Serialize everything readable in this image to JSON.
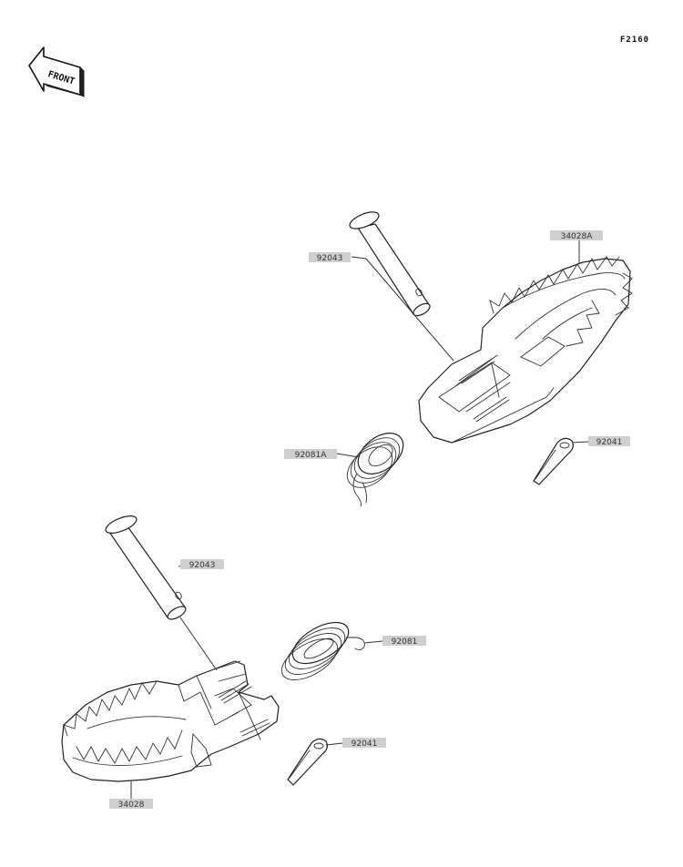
{
  "figure_code": "F2160",
  "front_label": "FRONT",
  "callouts": [
    {
      "id": "pin-upper",
      "label": "92043"
    },
    {
      "id": "footpeg-upper",
      "label": "34028A"
    },
    {
      "id": "spring-upper",
      "label": "92081A"
    },
    {
      "id": "cotter-upper",
      "label": "92041"
    },
    {
      "id": "pin-lower",
      "label": "92043"
    },
    {
      "id": "spring-lower",
      "label": "92081"
    },
    {
      "id": "cotter-lower",
      "label": "92041"
    },
    {
      "id": "footpeg-lower",
      "label": "34028"
    }
  ]
}
